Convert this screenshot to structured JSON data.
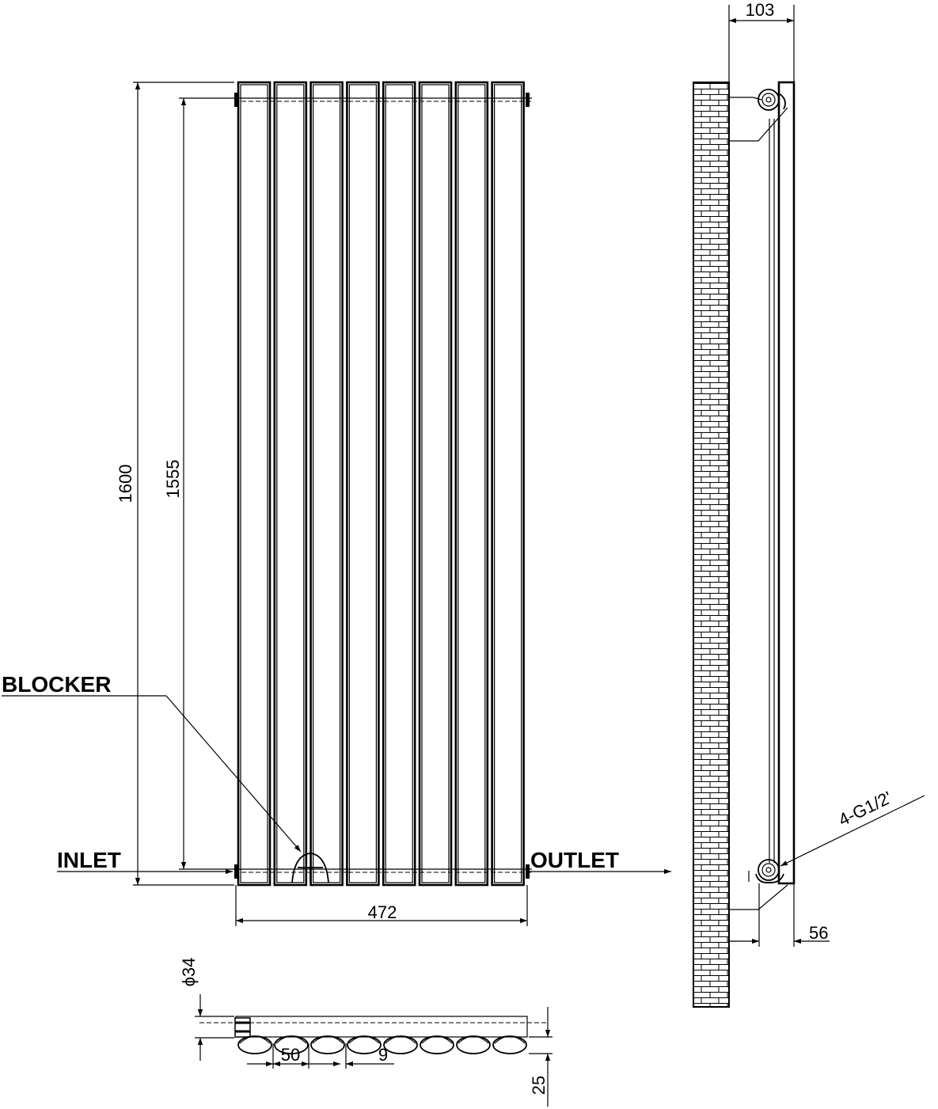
{
  "dimensions": {
    "overall_height": "1600",
    "pipe_centres": "1555",
    "width": "472",
    "depth": "103",
    "wall_clearance": "56",
    "tube_diameter": "ϕ34",
    "tube_pitch": "50",
    "tube_gap": "9",
    "tube_depth": "25"
  },
  "labels": {
    "blocker": "BLOCKER",
    "inlet": "INLET",
    "outlet": "OUTLET",
    "connection": "4-G1/2'"
  }
}
